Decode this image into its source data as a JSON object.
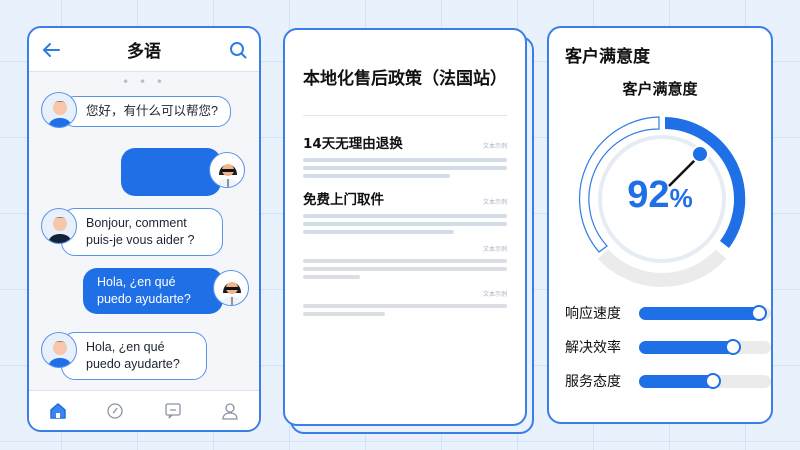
{
  "chat": {
    "title": "多语",
    "back_icon": "arrow-left-icon",
    "search_icon": "search-icon",
    "typing": "• • •",
    "messages": [
      {
        "side": "in",
        "text": "您好，有什么可以帮您?"
      },
      {
        "side": "out",
        "text": ""
      },
      {
        "side": "in",
        "text": "Bonjour, comment puis-je vous aider ?"
      },
      {
        "side": "out",
        "text": "Hola, ¿en qué puedo ayudarte?"
      },
      {
        "side": "in",
        "text": "Hola, ¿en qué puedo ayudarte?"
      }
    ],
    "nav": [
      "home-icon",
      "clock-icon",
      "chat-icon",
      "user-icon"
    ]
  },
  "document": {
    "title": "本地化售后政策（法国站）",
    "sections": [
      {
        "heading": "14天无理由退换",
        "tag": "文本示例"
      },
      {
        "heading": "免费上门取件",
        "tag": "文本示例"
      }
    ],
    "extra_tags": [
      "文本示例",
      "文本示例"
    ]
  },
  "satisfaction": {
    "card_title": "客户满意度",
    "gauge_title": "客户满意度",
    "value": "92",
    "unit": "%",
    "accent": "#1f6fe6",
    "metrics": [
      {
        "label": "响应速度",
        "percent": 92
      },
      {
        "label": "解决效率",
        "percent": 72
      },
      {
        "label": "服务态度",
        "percent": 57
      }
    ]
  }
}
